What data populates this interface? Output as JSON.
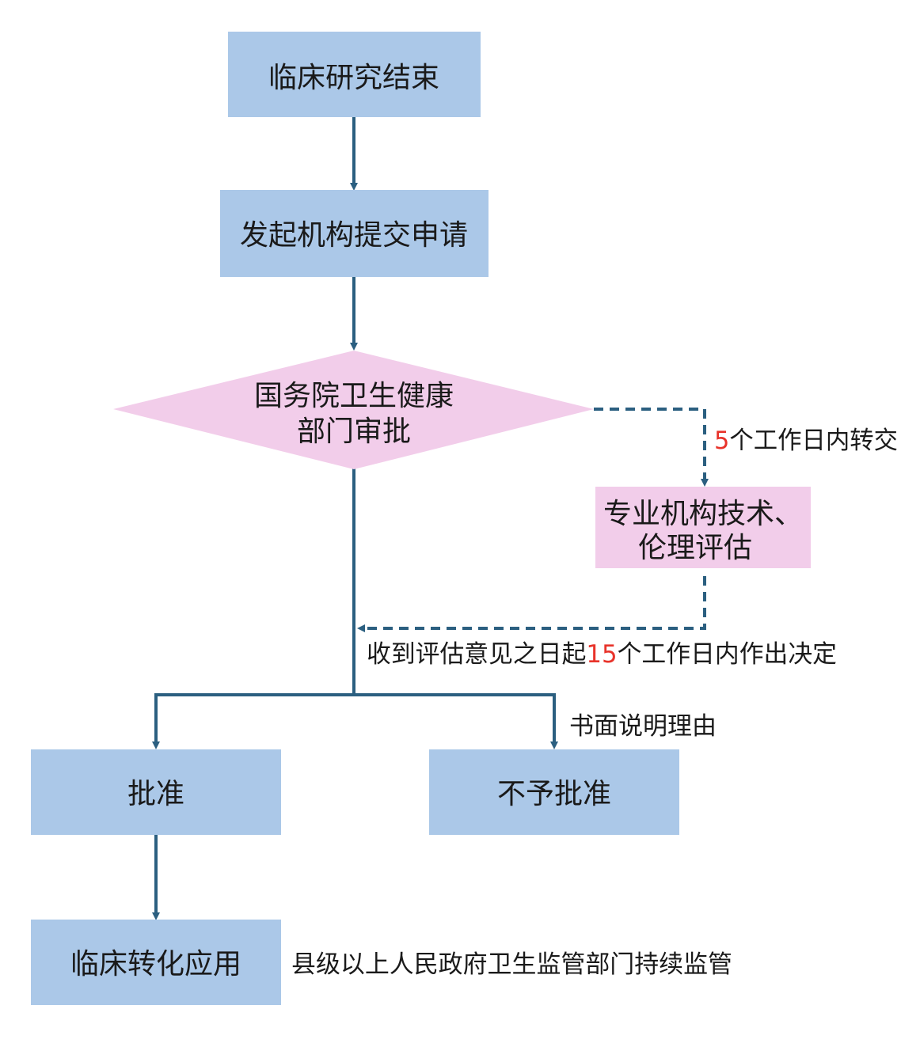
{
  "colors": {
    "process_fill": "#abc8e8",
    "review_fill": "#f2cdea",
    "connector": "#2b5f80",
    "highlight": "#e8332a"
  },
  "nodes": {
    "end_of_research": "临床研究结束",
    "submit_application": "发起机构提交申请",
    "health_dept_approval": [
      "国务院卫生健康",
      "部门审批"
    ],
    "expert_review": [
      "专业机构技术、",
      "伦理评估"
    ],
    "approve": "批准",
    "reject": "不予批准",
    "clinical_application": "临床转化应用"
  },
  "notes": {
    "transfer": {
      "number": "5",
      "text": "个工作日内转交"
    },
    "decision": {
      "prefix": "收到评估意见之日起",
      "number": "15",
      "text": "个工作日内作出决定"
    },
    "reject_reason": "书面说明理由",
    "supervision": "县级以上人民政府卫生监管部门持续监管"
  }
}
